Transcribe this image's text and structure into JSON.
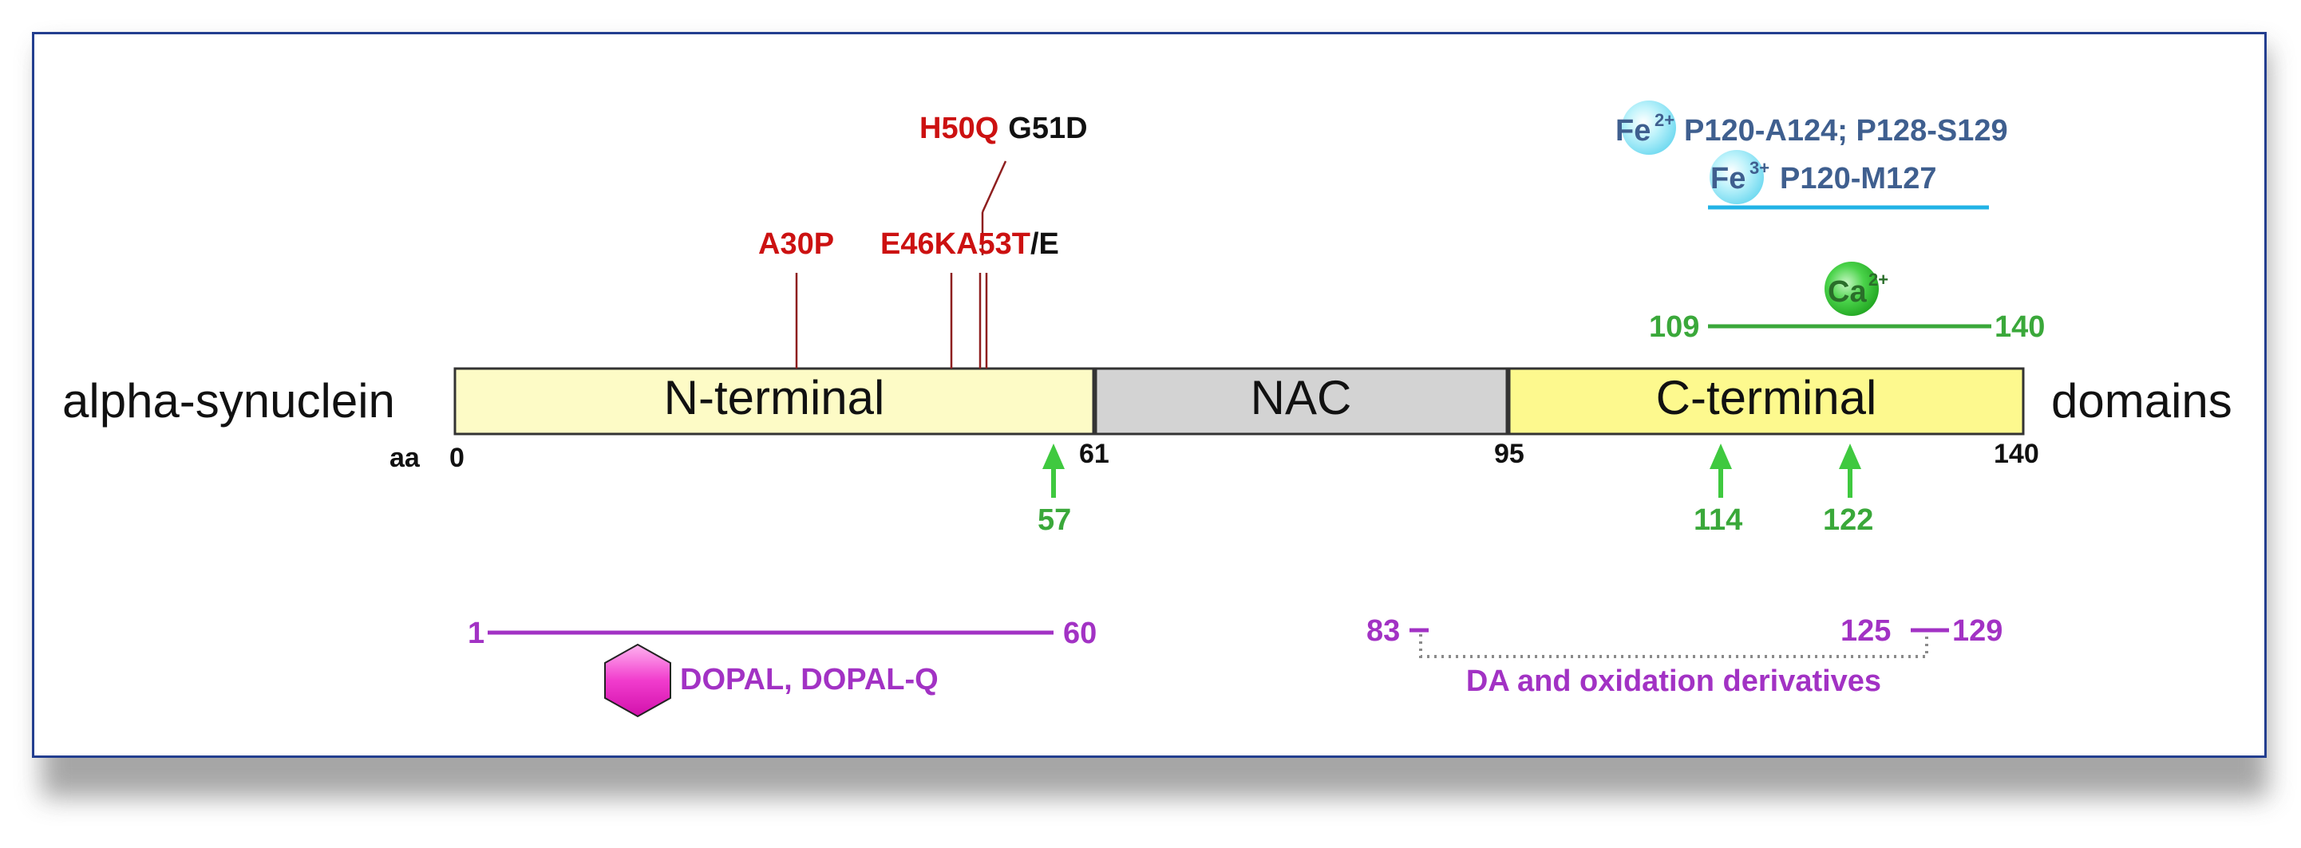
{
  "protein": {
    "name": "alpha-synuclein",
    "suffix": "domains",
    "aa_label": "aa"
  },
  "domains": [
    {
      "id": "n-terminal",
      "label": "N-terminal",
      "start": 0,
      "end": 61,
      "fill": "#fdfbc6"
    },
    {
      "id": "nac",
      "label": "NAC",
      "start": 61,
      "end": 95,
      "fill": "#d3d3d3"
    },
    {
      "id": "c-terminal",
      "label": "C-terminal",
      "start": 95,
      "end": 140,
      "fill": "#fdf98e"
    }
  ],
  "ticks": [
    "0",
    "61",
    "95",
    "140"
  ],
  "mutations": {
    "color_red": "#cc1111",
    "a30p": "A30P",
    "e46k": "E46K",
    "a53t": "A53T",
    "slash_e": "/E",
    "h50q": "H50Q",
    "g51d": "G51D"
  },
  "metals": {
    "fe2_symbol": "Fe",
    "fe2_charge": "2+",
    "fe2_sites": "P120-A124; P128-S129",
    "fe3_symbol": "Fe",
    "fe3_charge": "3+",
    "fe3_sites": "P120-M127",
    "ca_symbol": "Ca",
    "ca_charge": "2+",
    "ca_start": "109",
    "ca_end": "140",
    "text_color": "#3f5f8f",
    "ion_color": "#8fe6f6",
    "ca_color": "#39c83b",
    "line_color": "#22b3e6"
  },
  "arrows": [
    {
      "label": "57",
      "position": 57
    },
    {
      "label": "114",
      "position": 114
    },
    {
      "label": "122",
      "position": 122
    }
  ],
  "dopal": {
    "start": "1",
    "end": "60",
    "label": "DOPAL, DOPAL-Q",
    "color": "#a232c4",
    "hex_color": "#ee2fc8"
  },
  "dopamine": {
    "start": "83",
    "mid": "125",
    "end": "129",
    "label": "DA and oxidation derivatives"
  },
  "colors": {
    "green": "#3aa83a",
    "arrow_green": "#3fc93f"
  }
}
